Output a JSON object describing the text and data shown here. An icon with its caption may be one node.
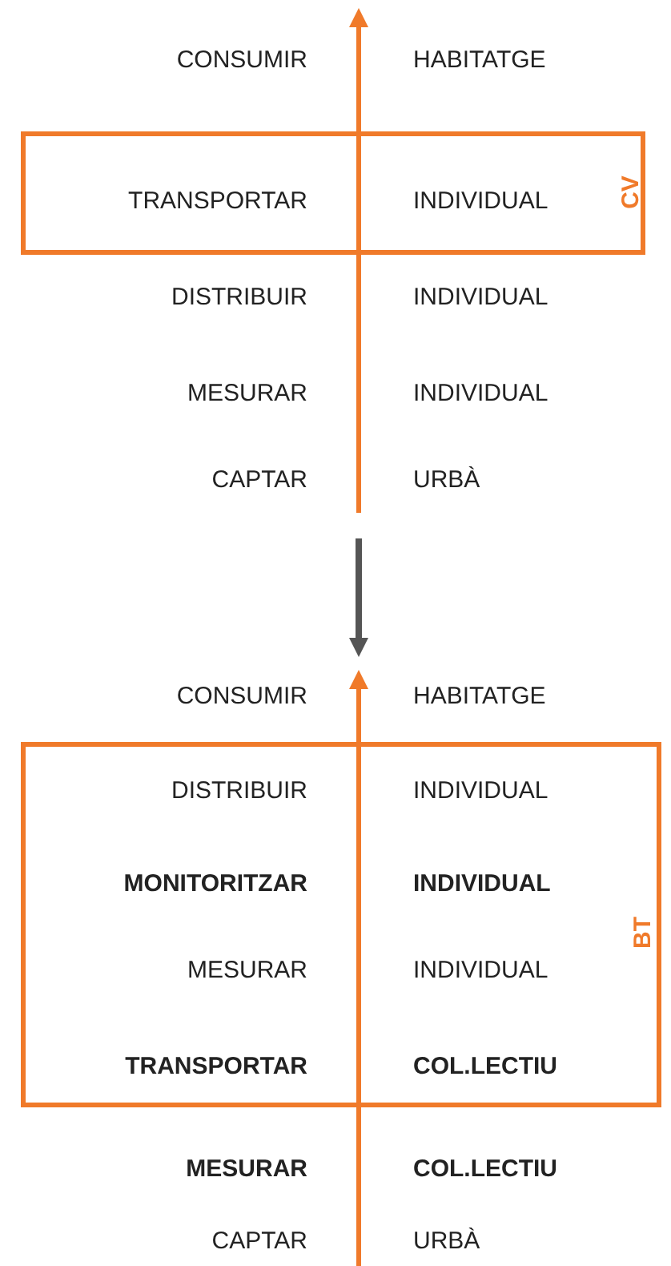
{
  "diagram": {
    "nodes": [
      {
        "text": [
          "CV"
        ]
      },
      {
        "text": [
          "BT"
        ]
      }
    ],
    "edges": [],
    "labels": [
      "CONSUMIR",
      "HABITATGE",
      "TRANSPORTAR",
      "INDIVIDUAL",
      "DISTRIBUIR",
      "INDIVIDUAL",
      "MESURAR",
      "INDIVIDUAL",
      "CAPTAR",
      "URBÀ",
      "CONSUMIR",
      "HABITATGE",
      "DISTRIBUIR",
      "INDIVIDUAL",
      "MONITORITZAR",
      "INDIVIDUAL",
      "MESURAR",
      "INDIVIDUAL",
      "TRANSPORTAR",
      "COL.LECTIU",
      "MESURAR",
      "COL.LECTIU",
      "CAPTAR",
      "URBÀ"
    ]
  }
}
